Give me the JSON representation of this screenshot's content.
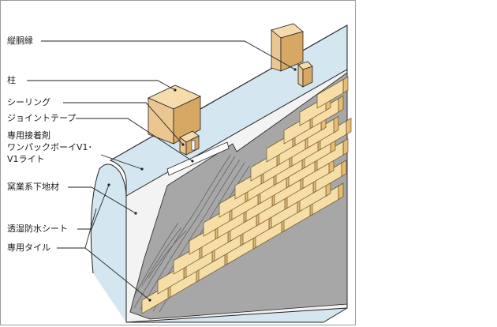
{
  "labels": {
    "tatedoubuchi": "縦胴縁",
    "hashira": "柱",
    "sealing": "シーリング",
    "joint_tape": "ジョイントテープ",
    "adhesive_line1": "専用接着剤",
    "adhesive_line2": "ワンパックボーイV1･",
    "adhesive_line3": "V1ライト",
    "siding_base": "窯業系下地材",
    "moisture_sheet": "透湿防水シート",
    "tile": "専用タイル"
  },
  "colors": {
    "sheet_blue": "#d4e6ef",
    "base_board": "#f3f3f3",
    "adhesive_gray": "#a7a7a7",
    "tile_face": "#f6dea6",
    "tile_edge": "#e6bd72",
    "wood": "#eac690",
    "wood_dark": "#d6a864",
    "line": "#222222"
  }
}
